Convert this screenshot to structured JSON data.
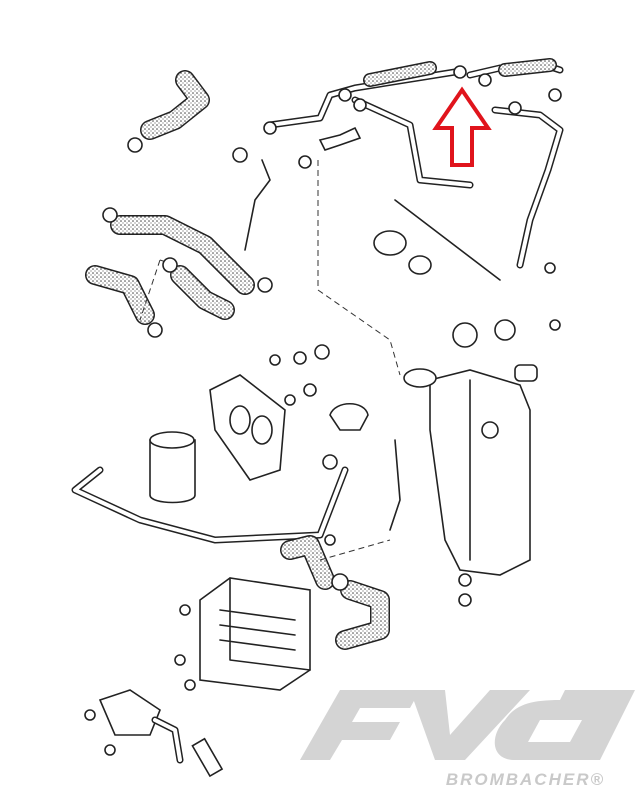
{
  "diagram": {
    "type": "exploded-parts-diagram",
    "highlight_color": "#e0141c",
    "highlight_icon": "up-arrow-icon"
  },
  "watermark": {
    "logo_mark": "fvd",
    "brand": "BROMBACHER®",
    "color": "#c9c9c9"
  }
}
